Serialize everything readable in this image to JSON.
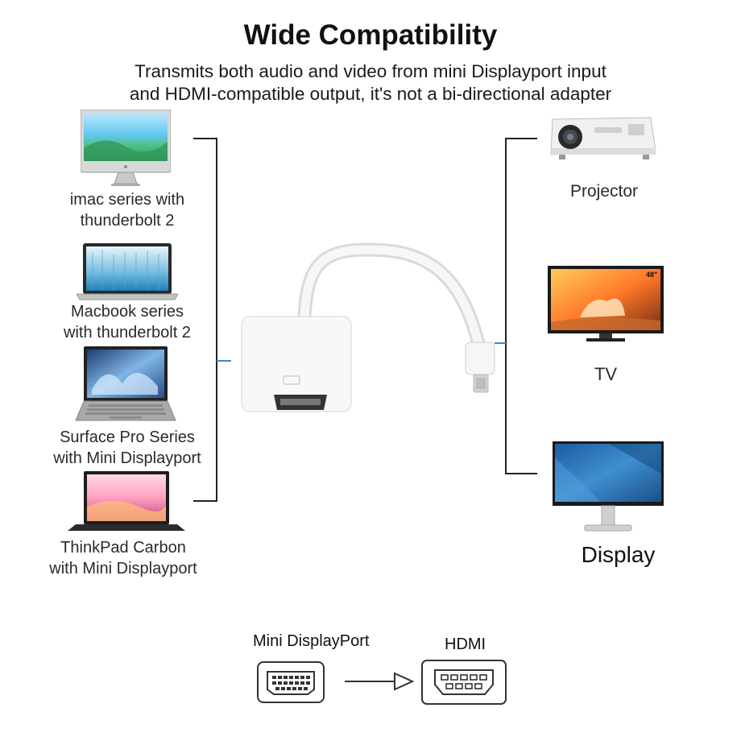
{
  "header": {
    "title": "Wide Compatibility",
    "subtitle_line1": "Transmits both audio and video from mini Displayport input",
    "subtitle_line2": "and HDMI-compatible output, it's not a bi-directional adapter"
  },
  "sources": [
    {
      "line1": "imac series with",
      "line2": "thunderbolt 2"
    },
    {
      "line1": "Macbook series",
      "line2": "with thunderbolt 2"
    },
    {
      "line1": "Surface Pro Series",
      "line2": "with Mini Displayport"
    },
    {
      "line1": "ThinkPad Carbon",
      "line2": "with Mini Displayport"
    }
  ],
  "outputs": {
    "projector": "Projector",
    "tv": "TV",
    "tv_size": "48\"",
    "display": "Display"
  },
  "connectors": {
    "input": "Mini DisplayPort",
    "output": "HDMI"
  }
}
